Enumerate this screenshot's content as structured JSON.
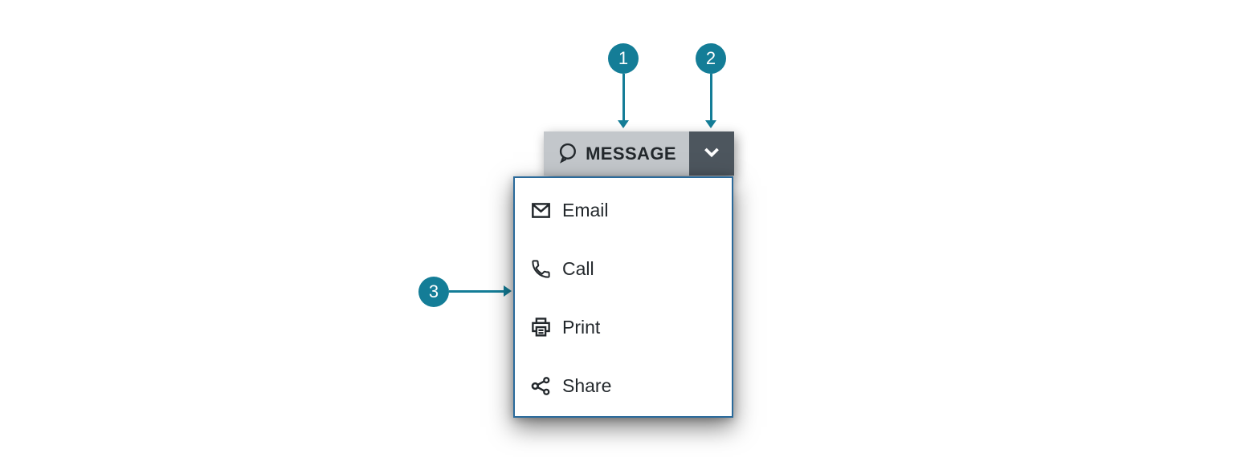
{
  "button": {
    "label": "MESSAGE",
    "icon": "message-bubble-icon",
    "dropdown_icon": "chevron-down-icon"
  },
  "menu": {
    "items": [
      {
        "label": "Email",
        "icon": "email-icon"
      },
      {
        "label": "Call",
        "icon": "phone-icon"
      },
      {
        "label": "Print",
        "icon": "printer-icon"
      },
      {
        "label": "Share",
        "icon": "share-icon"
      }
    ]
  },
  "callouts": [
    {
      "number": "1",
      "points_to": "message-button"
    },
    {
      "number": "2",
      "points_to": "dropdown-toggle-button"
    },
    {
      "number": "3",
      "points_to": "dropdown-menu"
    }
  ],
  "colors": {
    "callout_teal": "#147d97",
    "button_bg": "#c3c7cb",
    "toggle_bg": "#4d565e",
    "panel_border": "#2a6a9b",
    "text": "#23282c"
  }
}
